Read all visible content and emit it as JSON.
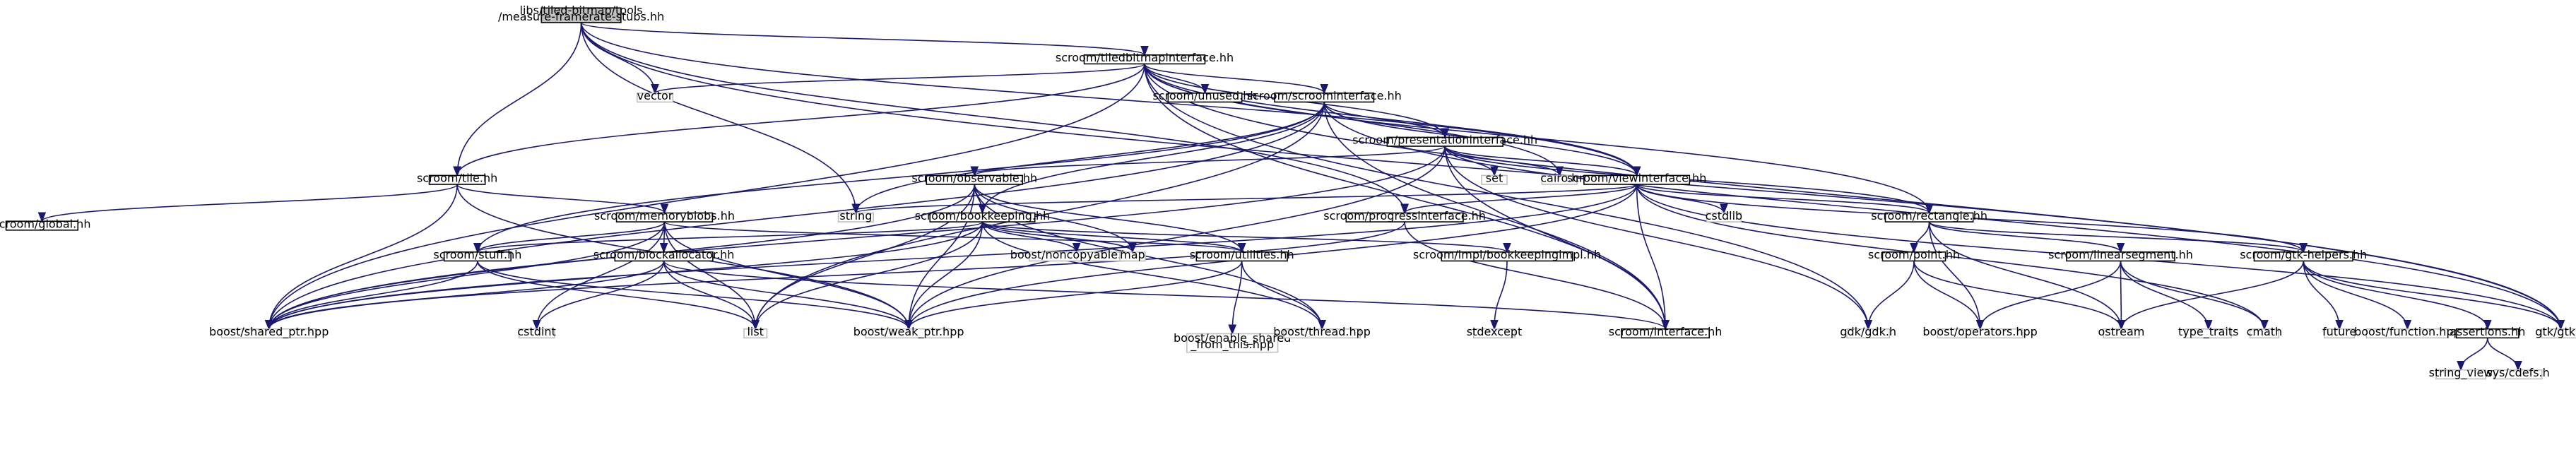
{
  "colors": {
    "edge": "#191970",
    "root_fill": "#bfbfbf",
    "root_border": "#000000",
    "documented_fill": "#ffffff",
    "documented_border": "#000000",
    "system_fill": "#ffffff",
    "system_border": "#bfbfbf"
  },
  "nodes": [
    {
      "id": "root",
      "lines": [
        "libs/tiled-bitmap/tools",
        "/measure-framerate-stubs.hh"
      ],
      "kind": "root"
    },
    {
      "id": "tbi",
      "lines": [
        "scroom/tiledbitmapinterface.hh"
      ],
      "kind": "doc"
    },
    {
      "id": "vector",
      "lines": [
        "vector"
      ],
      "kind": "sys"
    },
    {
      "id": "unused",
      "lines": [
        "scroom/unused.hh"
      ],
      "kind": "doc"
    },
    {
      "id": "scroomif",
      "lines": [
        "scroom/scroominterface.hh"
      ],
      "kind": "doc"
    },
    {
      "id": "presif",
      "lines": [
        "scroom/presentationinterface.hh"
      ],
      "kind": "doc"
    },
    {
      "id": "tile",
      "lines": [
        "scroom/tile.hh"
      ],
      "kind": "doc"
    },
    {
      "id": "global",
      "lines": [
        "scroom/global.hh"
      ],
      "kind": "doc"
    },
    {
      "id": "observable",
      "lines": [
        "scroom/observable.hh"
      ],
      "kind": "doc"
    },
    {
      "id": "set",
      "lines": [
        "set"
      ],
      "kind": "sys"
    },
    {
      "id": "cairo",
      "lines": [
        "cairo.h"
      ],
      "kind": "sys"
    },
    {
      "id": "viewif",
      "lines": [
        "scroom/viewinterface.hh"
      ],
      "kind": "doc"
    },
    {
      "id": "string",
      "lines": [
        "string"
      ],
      "kind": "sys"
    },
    {
      "id": "memblobs",
      "lines": [
        "scroom/memoryblobs.hh"
      ],
      "kind": "doc"
    },
    {
      "id": "bookkeeping",
      "lines": [
        "scroom/bookkeeping.hh"
      ],
      "kind": "doc"
    },
    {
      "id": "progif",
      "lines": [
        "scroom/progressinterface.hh"
      ],
      "kind": "doc"
    },
    {
      "id": "cstdlib",
      "lines": [
        "cstdlib"
      ],
      "kind": "sys"
    },
    {
      "id": "rectangle",
      "lines": [
        "scroom/rectangle.hh"
      ],
      "kind": "doc"
    },
    {
      "id": "stuff",
      "lines": [
        "scroom/stuff.hh"
      ],
      "kind": "doc"
    },
    {
      "id": "blockalloc",
      "lines": [
        "scroom/blockallocator.hh"
      ],
      "kind": "doc"
    },
    {
      "id": "noncopy",
      "lines": [
        "boost/noncopyable.hpp"
      ],
      "kind": "sys"
    },
    {
      "id": "map",
      "lines": [
        "map"
      ],
      "kind": "sys"
    },
    {
      "id": "utilities",
      "lines": [
        "scroom/utilities.hh"
      ],
      "kind": "doc"
    },
    {
      "id": "bkimpl",
      "lines": [
        "scroom/impl/bookkeepingimpl.hh"
      ],
      "kind": "doc"
    },
    {
      "id": "point",
      "lines": [
        "scroom/point.hh"
      ],
      "kind": "doc"
    },
    {
      "id": "linseg",
      "lines": [
        "scroom/linearsegment.hh"
      ],
      "kind": "doc"
    },
    {
      "id": "gtkhelpers",
      "lines": [
        "scroom/gtk-helpers.hh"
      ],
      "kind": "doc"
    },
    {
      "id": "sharedptr",
      "lines": [
        "boost/shared_ptr.hpp"
      ],
      "kind": "sys"
    },
    {
      "id": "cstdint",
      "lines": [
        "cstdint"
      ],
      "kind": "sys"
    },
    {
      "id": "list",
      "lines": [
        "list"
      ],
      "kind": "sys"
    },
    {
      "id": "weakptr",
      "lines": [
        "boost/weak_ptr.hpp"
      ],
      "kind": "sys"
    },
    {
      "id": "enableshared",
      "lines": [
        "boost/enable_shared",
        "_from_this.hpp"
      ],
      "kind": "sys"
    },
    {
      "id": "thread",
      "lines": [
        "boost/thread.hpp"
      ],
      "kind": "sys"
    },
    {
      "id": "stdexcept",
      "lines": [
        "stdexcept"
      ],
      "kind": "sys"
    },
    {
      "id": "interface",
      "lines": [
        "scroom/interface.hh"
      ],
      "kind": "doc"
    },
    {
      "id": "gdk",
      "lines": [
        "gdk/gdk.h"
      ],
      "kind": "sys"
    },
    {
      "id": "operators",
      "lines": [
        "boost/operators.hpp"
      ],
      "kind": "sys"
    },
    {
      "id": "ostream",
      "lines": [
        "ostream"
      ],
      "kind": "sys"
    },
    {
      "id": "typetraits",
      "lines": [
        "type_traits"
      ],
      "kind": "sys"
    },
    {
      "id": "cmath",
      "lines": [
        "cmath"
      ],
      "kind": "sys"
    },
    {
      "id": "future",
      "lines": [
        "future"
      ],
      "kind": "sys"
    },
    {
      "id": "boostfunction",
      "lines": [
        "boost/function.hpp"
      ],
      "kind": "sys"
    },
    {
      "id": "assertions",
      "lines": [
        "assertions.hh"
      ],
      "kind": "doc"
    },
    {
      "id": "gtk",
      "lines": [
        "gtk/gtk.h"
      ],
      "kind": "sys"
    },
    {
      "id": "stringview",
      "lines": [
        "string_view"
      ],
      "kind": "sys"
    },
    {
      "id": "cdefs",
      "lines": [
        "sys/cdefs.h"
      ],
      "kind": "sys"
    }
  ],
  "edges": [
    [
      "root",
      "tbi"
    ],
    [
      "root",
      "vector"
    ],
    [
      "root",
      "tile"
    ],
    [
      "root",
      "string"
    ],
    [
      "root",
      "viewif"
    ],
    [
      "root",
      "progif"
    ],
    [
      "root",
      "gtk"
    ],
    [
      "tbi",
      "vector"
    ],
    [
      "tbi",
      "unused"
    ],
    [
      "tbi",
      "scroomif"
    ],
    [
      "tbi",
      "presif"
    ],
    [
      "tbi",
      "tile"
    ],
    [
      "tbi",
      "viewif"
    ],
    [
      "tbi",
      "cairo"
    ],
    [
      "tbi",
      "rectangle"
    ],
    [
      "tbi",
      "gdk"
    ],
    [
      "tbi",
      "gtk"
    ],
    [
      "tbi",
      "interface"
    ],
    [
      "tbi",
      "sharedptr"
    ],
    [
      "scroomif",
      "presif"
    ],
    [
      "scroomif",
      "viewif"
    ],
    [
      "scroomif",
      "string"
    ],
    [
      "scroomif",
      "list"
    ],
    [
      "scroomif",
      "gtk"
    ],
    [
      "scroomif",
      "stuff"
    ],
    [
      "scroomif",
      "sharedptr"
    ],
    [
      "scroomif",
      "interface"
    ],
    [
      "scroomif",
      "bookkeeping"
    ],
    [
      "presif",
      "observable"
    ],
    [
      "presif",
      "set"
    ],
    [
      "presif",
      "cairo"
    ],
    [
      "presif",
      "viewif"
    ],
    [
      "presif",
      "rectangle"
    ],
    [
      "presif",
      "gdk"
    ],
    [
      "presif",
      "interface"
    ],
    [
      "presif",
      "weakptr"
    ],
    [
      "presif",
      "sharedptr"
    ],
    [
      "tile",
      "global"
    ],
    [
      "tile",
      "memblobs"
    ],
    [
      "tile",
      "sharedptr"
    ],
    [
      "tile",
      "weakptr"
    ],
    [
      "observable",
      "bookkeeping"
    ],
    [
      "observable",
      "utilities"
    ],
    [
      "observable",
      "map"
    ],
    [
      "observable",
      "list"
    ],
    [
      "observable",
      "weakptr"
    ],
    [
      "observable",
      "thread"
    ],
    [
      "observable",
      "sharedptr"
    ],
    [
      "viewif",
      "string"
    ],
    [
      "viewif",
      "cstdlib"
    ],
    [
      "viewif",
      "progif"
    ],
    [
      "viewif",
      "rectangle"
    ],
    [
      "viewif",
      "gtkhelpers"
    ],
    [
      "viewif",
      "interface"
    ],
    [
      "viewif",
      "gtk"
    ],
    [
      "viewif",
      "cmath"
    ],
    [
      "viewif",
      "weakptr"
    ],
    [
      "viewif",
      "sharedptr"
    ],
    [
      "memblobs",
      "stuff"
    ],
    [
      "memblobs",
      "blockalloc"
    ],
    [
      "memblobs",
      "utilities"
    ],
    [
      "memblobs",
      "list"
    ],
    [
      "memblobs",
      "cstdint"
    ],
    [
      "memblobs",
      "sharedptr"
    ],
    [
      "memblobs",
      "weakptr"
    ],
    [
      "bookkeeping",
      "noncopy"
    ],
    [
      "bookkeeping",
      "map"
    ],
    [
      "bookkeeping",
      "utilities"
    ],
    [
      "bookkeeping",
      "bkimpl"
    ],
    [
      "bookkeeping",
      "stuff"
    ],
    [
      "bookkeeping",
      "list"
    ],
    [
      "bookkeeping",
      "sharedptr"
    ],
    [
      "bookkeeping",
      "weakptr"
    ],
    [
      "bookkeeping",
      "thread"
    ],
    [
      "progif",
      "sharedptr"
    ],
    [
      "progif",
      "interface"
    ],
    [
      "rectangle",
      "point"
    ],
    [
      "rectangle",
      "linseg"
    ],
    [
      "rectangle",
      "gtkhelpers"
    ],
    [
      "rectangle",
      "operators"
    ],
    [
      "rectangle",
      "ostream"
    ],
    [
      "stuff",
      "sharedptr"
    ],
    [
      "stuff",
      "list"
    ],
    [
      "stuff",
      "weakptr"
    ],
    [
      "blockalloc",
      "cstdint"
    ],
    [
      "blockalloc",
      "list"
    ],
    [
      "blockalloc",
      "weakptr"
    ],
    [
      "blockalloc",
      "sharedptr"
    ],
    [
      "blockalloc",
      "interface"
    ],
    [
      "utilities",
      "enableshared"
    ],
    [
      "utilities",
      "thread"
    ],
    [
      "utilities",
      "weakptr"
    ],
    [
      "bkimpl",
      "stdexcept"
    ],
    [
      "point",
      "gdk"
    ],
    [
      "point",
      "operators"
    ],
    [
      "point",
      "ostream"
    ],
    [
      "linseg",
      "operators"
    ],
    [
      "linseg",
      "ostream"
    ],
    [
      "linseg",
      "typetraits"
    ],
    [
      "linseg",
      "cmath"
    ],
    [
      "gtkhelpers",
      "future"
    ],
    [
      "gtkhelpers",
      "boostfunction"
    ],
    [
      "gtkhelpers",
      "assertions"
    ],
    [
      "gtkhelpers",
      "gtk"
    ],
    [
      "gtkhelpers",
      "ostream"
    ],
    [
      "assertions",
      "stringview"
    ],
    [
      "assertions",
      "cdefs"
    ]
  ]
}
